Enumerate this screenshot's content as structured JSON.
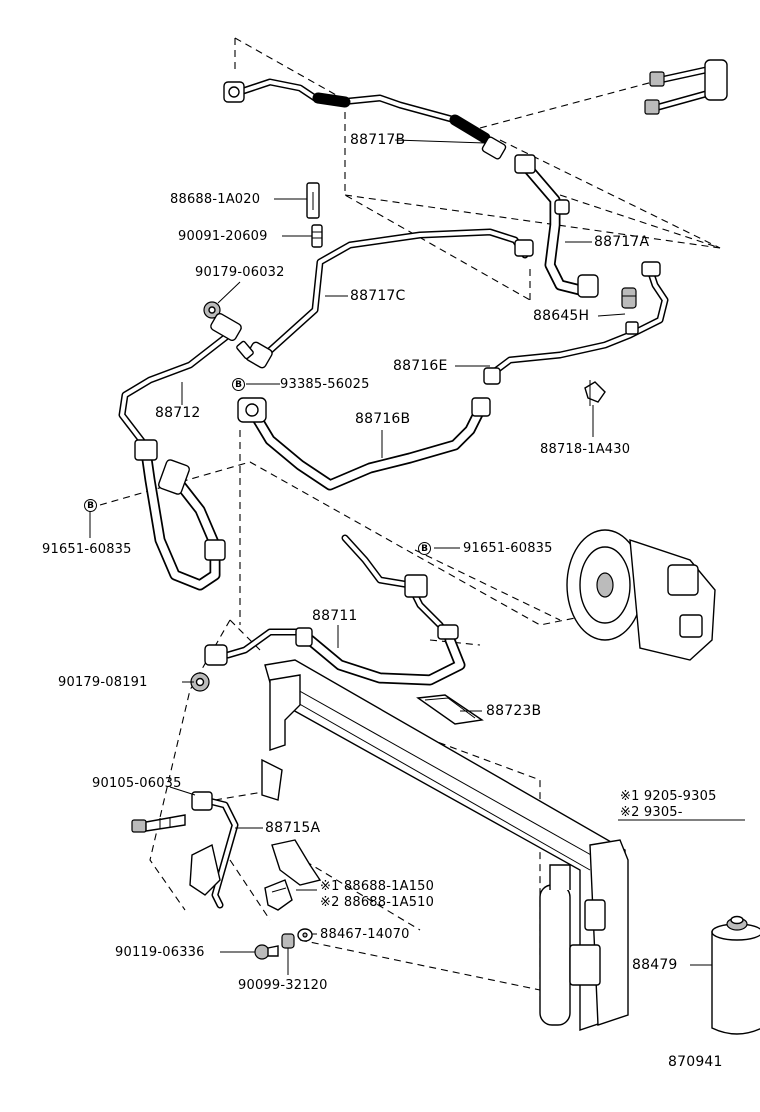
{
  "labels": {
    "p_88717B": "88717B",
    "p_88688_1A020": "88688-1A020",
    "p_90091_20609": "90091-20609",
    "p_88717A": "88717A",
    "p_90179_06032": "90179-06032",
    "p_88717C": "88717C",
    "p_88645H": "88645H",
    "p_88716E": "88716E",
    "p_93385_56025": "93385-56025",
    "p_88712": "88712",
    "p_88716B": "88716B",
    "p_88718_1A430": "88718-1A430",
    "p_91651_60835_left": "91651-60835",
    "p_91651_60835_right": "91651-60835",
    "p_88711": "88711",
    "p_90179_08191": "90179-08191",
    "p_88723B": "88723B",
    "p_90105_06035": "90105-06035",
    "p_88715A": "88715A",
    "p_88688_1A150": "※1 88688-1A150",
    "p_88688_1A510": "※2 88688-1A510",
    "p_88467_14070": "88467-14070",
    "p_90119_06336": "90119-06336",
    "p_90099_32120": "90099-32120",
    "p_88479": "88479",
    "legend_1": "※1  9205-9305",
    "legend_2": "※2  9305-",
    "diagram_number": "870941"
  },
  "badges": {
    "b_93385": "B",
    "b_91651_left": "B",
    "b_91651_right": "B"
  }
}
